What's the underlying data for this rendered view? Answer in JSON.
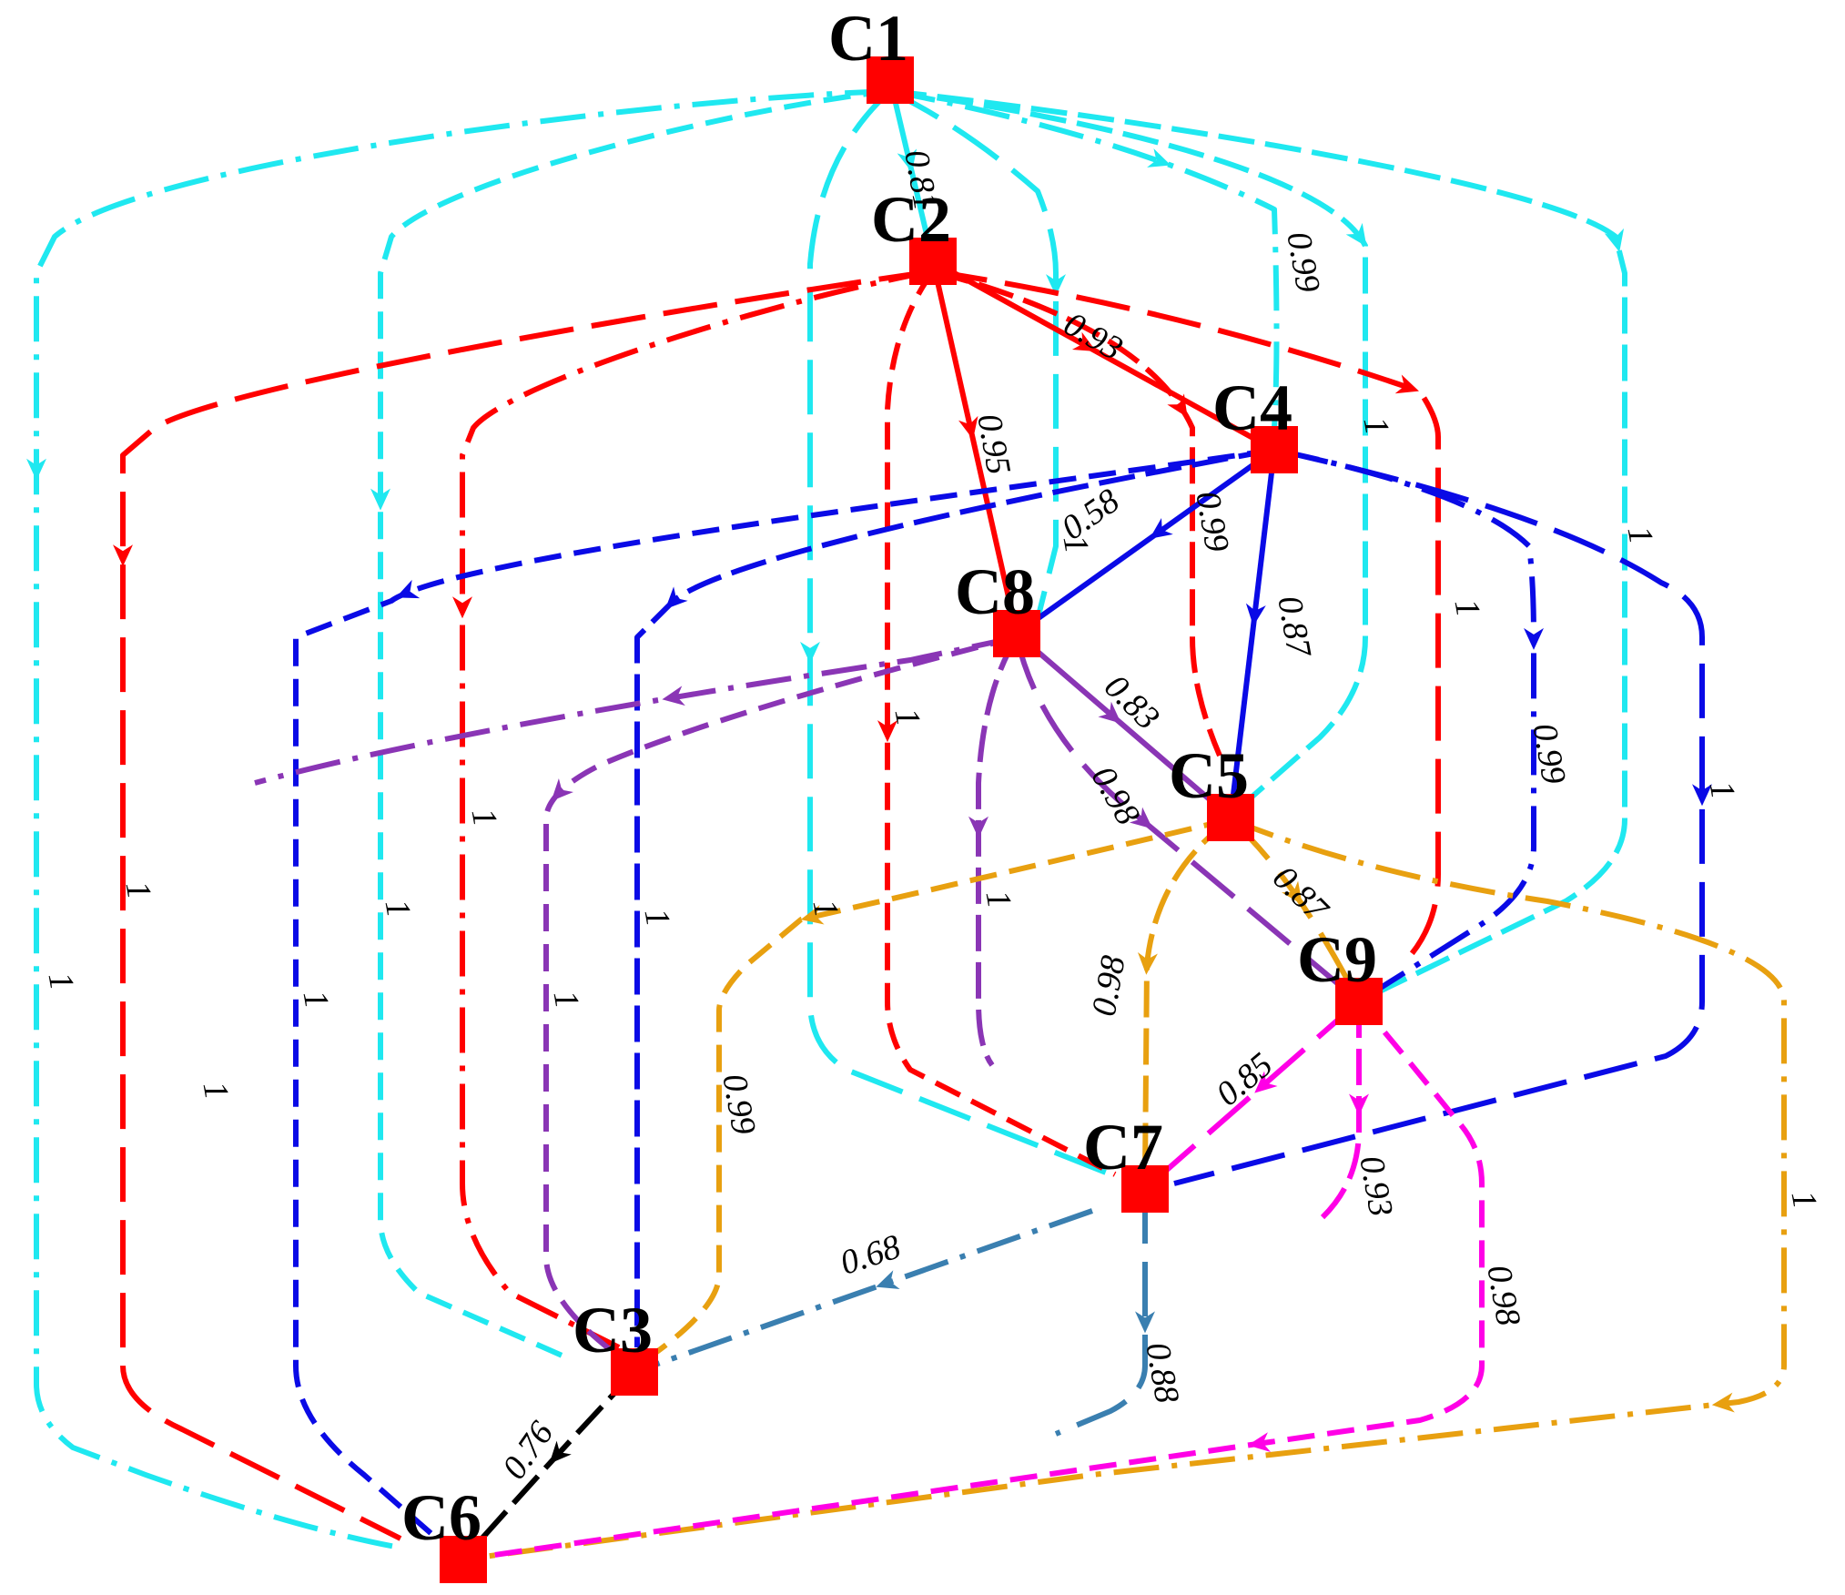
{
  "colors": {
    "C1": "#1fe8f0",
    "C2": "#ff0000",
    "C4": "#0a0ae6",
    "C8": "#8a35b5",
    "C5": "#e8a010",
    "C9": "#ff00e6",
    "C7": "#3a7fb0",
    "node": "#ff0000"
  },
  "nodes": [
    {
      "id": "C1",
      "label": "C1"
    },
    {
      "id": "C2",
      "label": "C2"
    },
    {
      "id": "C4",
      "label": "C4"
    },
    {
      "id": "C8",
      "label": "C8"
    },
    {
      "id": "C5",
      "label": "C5"
    },
    {
      "id": "C9",
      "label": "C9"
    },
    {
      "id": "C7",
      "label": "C7"
    },
    {
      "id": "C3",
      "label": "C3"
    },
    {
      "id": "C6",
      "label": "C6"
    }
  ],
  "edges": [
    {
      "from": "C1",
      "to": "C2",
      "weight": "0.81"
    },
    {
      "from": "C1",
      "to": "C4",
      "weight": "0.99"
    },
    {
      "from": "C1",
      "to": "C8",
      "weight": "1"
    },
    {
      "from": "C1",
      "to": "C9",
      "weight": "1"
    },
    {
      "from": "C1",
      "to": "C3",
      "weight": "1"
    },
    {
      "from": "C1",
      "to": "C6",
      "weight": "1"
    },
    {
      "from": "C1",
      "to": "C7",
      "weight": "1"
    },
    {
      "from": "C1",
      "to": "C5",
      "weight": "1"
    },
    {
      "from": "C2",
      "to": "C4",
      "weight": "0.93"
    },
    {
      "from": "C2",
      "to": "C8",
      "weight": "0.95"
    },
    {
      "from": "C2",
      "to": "C9",
      "weight": "1"
    },
    {
      "from": "C2",
      "to": "C5",
      "weight": "0.99"
    },
    {
      "from": "C2",
      "to": "C7",
      "weight": "1"
    },
    {
      "from": "C2",
      "to": "C3",
      "weight": "1"
    },
    {
      "from": "C2",
      "to": "C6",
      "weight": "1"
    },
    {
      "from": "C4",
      "to": "C8",
      "weight": "0.58"
    },
    {
      "from": "C4",
      "to": "C5",
      "weight": "0.87"
    },
    {
      "from": "C4",
      "to": "C9",
      "weight": "0.99"
    },
    {
      "from": "C4",
      "to": "C7",
      "weight": "1"
    },
    {
      "from": "C4",
      "to": "C3",
      "weight": "1"
    },
    {
      "from": "C4",
      "to": "C6",
      "weight": "1"
    },
    {
      "from": "C8",
      "to": "C5",
      "weight": "0.83"
    },
    {
      "from": "C8",
      "to": "C9",
      "weight": "0.98"
    },
    {
      "from": "C8",
      "to": "C7",
      "weight": "1"
    },
    {
      "from": "C8",
      "to": "C3",
      "weight": "1"
    },
    {
      "from": "C8",
      "to": "C6",
      "weight": "1"
    },
    {
      "from": "C5",
      "to": "C9",
      "weight": "0.87"
    },
    {
      "from": "C5",
      "to": "C7",
      "weight": "0.98"
    },
    {
      "from": "C5",
      "to": "C3",
      "weight": "0.99"
    },
    {
      "from": "C5",
      "to": "C6",
      "weight": "1"
    },
    {
      "from": "C9",
      "to": "C7",
      "weight": "0.85"
    },
    {
      "from": "C9",
      "to": "C3",
      "weight": "0.93"
    },
    {
      "from": "C9",
      "to": "C6",
      "weight": "0.98"
    },
    {
      "from": "C7",
      "to": "C3",
      "weight": "0.68"
    },
    {
      "from": "C7",
      "to": "C6",
      "weight": "0.88"
    },
    {
      "from": "C3",
      "to": "C6",
      "weight": "0.76"
    }
  ]
}
